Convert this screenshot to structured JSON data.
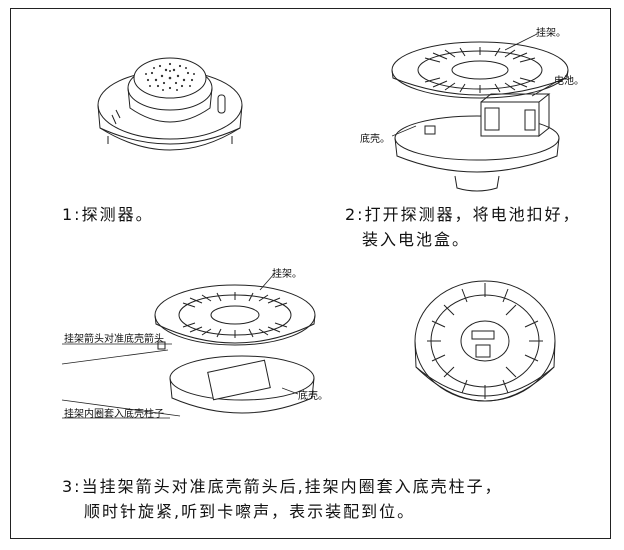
{
  "steps": {
    "step1": "1:探测器。",
    "step2_line1": "2:打开探测器，将电池扣好，",
    "step2_line2": "装入电池盒。",
    "step3_line1": "3:当挂架箭头对准底壳箭头后,挂架内圈套入底壳柱子，",
    "step3_line2": "顺时针旋紧,听到卡嚓声，表示装配到位。"
  },
  "labels": {
    "bracket_top": "挂架。",
    "battery": "电池。",
    "base_shell": "底壳。",
    "bracket_mid": "挂架。",
    "arrow_align": "挂架箭头对准底壳箭头",
    "inner_ring": "挂架内圈套入底壳柱子",
    "base_shell_mid": "底壳。"
  }
}
